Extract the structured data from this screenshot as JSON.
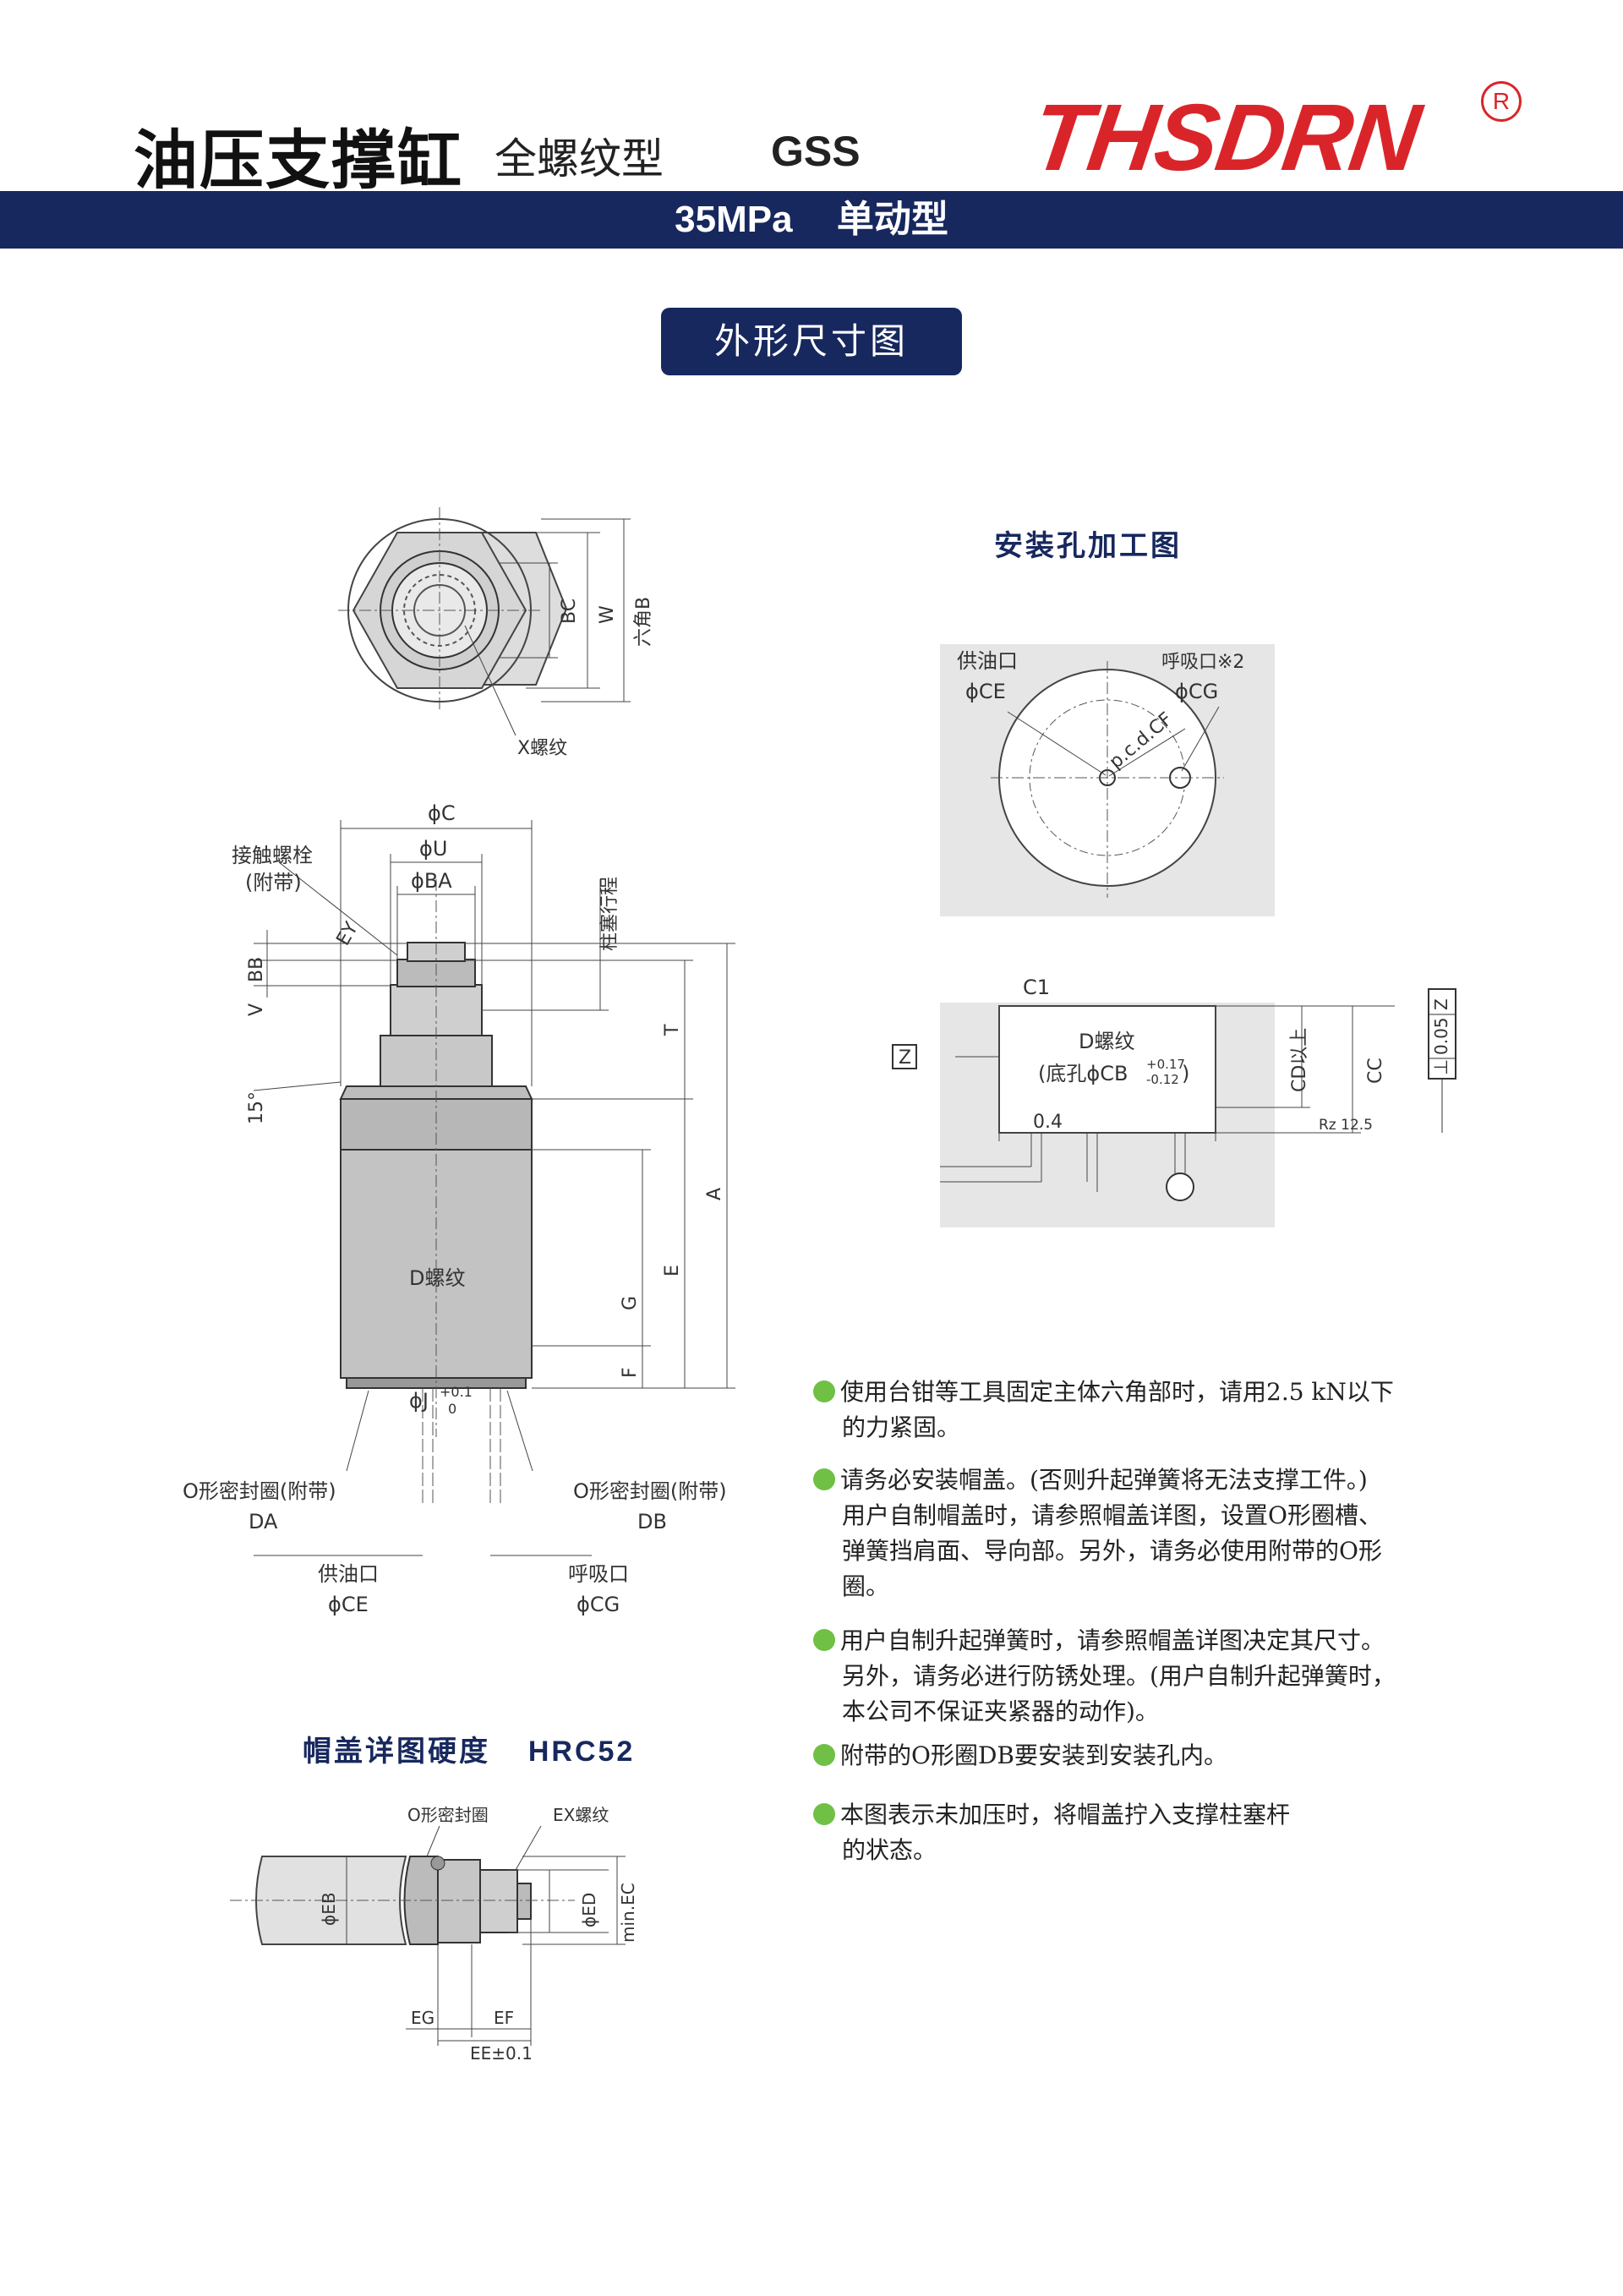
{
  "header": {
    "title": "油压支撑缸",
    "subtitle": "全螺纹型",
    "model": "GSS",
    "logo": "THSDRN",
    "reg_mark": "R"
  },
  "band": {
    "pressure": "35MPa",
    "action": "单动型"
  },
  "section_pill": "外形尺寸图",
  "colors": {
    "navy": "#17285e",
    "logo_red": "#d9252a",
    "bullet_green": "#6fc045",
    "diagram_gray": "#e6e6e6"
  },
  "top_view": {
    "labels": {
      "bc": "BC",
      "w": "W",
      "hex_b": "六角B",
      "x_thread": "X螺纹"
    }
  },
  "side_view": {
    "labels": {
      "phi_c": "ϕC",
      "phi_u": "ϕU",
      "phi_ba": "ϕBA",
      "contact_bolt": "接触螺栓",
      "attached": "(附带)",
      "ey": "EY",
      "plunger_stroke": "柱塞行程",
      "bb": "BB",
      "v": "V",
      "t": "T",
      "a": "A",
      "e": "E",
      "g": "G",
      "f": "F",
      "angle": "15°",
      "d_thread": "D螺纹",
      "phi_j": "ϕJ",
      "j_tol_upper": "+0.1",
      "j_tol_lower": "0",
      "seal_left": "O形密封圈(附带)",
      "da": "DA",
      "seal_right": "O形密封圈(附带)",
      "db": "DB",
      "supply_port": "供油口",
      "phi_ce": "ϕCE",
      "breather_port": "呼吸口",
      "phi_cg": "ϕCG"
    }
  },
  "mount_hole": {
    "title": "安装孔加工图",
    "labels": {
      "supply_port": "供油口",
      "phi_ce": "ϕCE",
      "breather_port": "呼吸口※2",
      "phi_cg": "ϕCG",
      "pcd": "p.c.d.CF",
      "c1": "C1",
      "z_ref": "Z",
      "d_thread": "D螺纹",
      "bottom_hole": "(底孔ϕCB",
      "cb_tol_upper": "+0.17",
      "cb_tol_lower": "-0.12",
      "close_paren": ")",
      "chamfer": "0.4",
      "cd_min": "CD以上",
      "cc": "CC",
      "rz": "Rz 12.5",
      "perp": "⊥",
      "tol_value": "0.05",
      "tol_ref": "Z"
    }
  },
  "cap_detail": {
    "title": "帽盖详图硬度",
    "hardness": "HRC52",
    "labels": {
      "o_ring": "O形密封圈",
      "ex_thread": "EX螺纹",
      "phi_eb": "ϕEB",
      "phi_ed": "ϕED",
      "min_ec": "min.EC",
      "eg": "EG",
      "ef": "EF",
      "ee": "EE±0.1"
    }
  },
  "notes": [
    {
      "lines": [
        "使用台钳等工具固定主体六角部时，请用2.5 kN以下",
        "的力紧固。"
      ]
    },
    {
      "lines": [
        "请务必安装帽盖。(否则升起弹簧将无法支撑工件。)",
        "用户自制帽盖时，请参照帽盖详图，设置O形圈槽、",
        "弹簧挡肩面、导向部。另外，请务必使用附带的O形",
        "圈。"
      ]
    },
    {
      "lines": [
        "用户自制升起弹簧时，请参照帽盖详图决定其尺寸。",
        "另外，请务必进行防锈处理。(用户自制升起弹簧时，",
        "本公司不保证夹紧器的动作)。"
      ]
    },
    {
      "lines": [
        "附带的O形圈DB要安装到安装孔内。"
      ]
    },
    {
      "lines": [
        "本图表示未加压时，将帽盖拧入支撑柱塞杆",
        "的状态。"
      ]
    }
  ]
}
